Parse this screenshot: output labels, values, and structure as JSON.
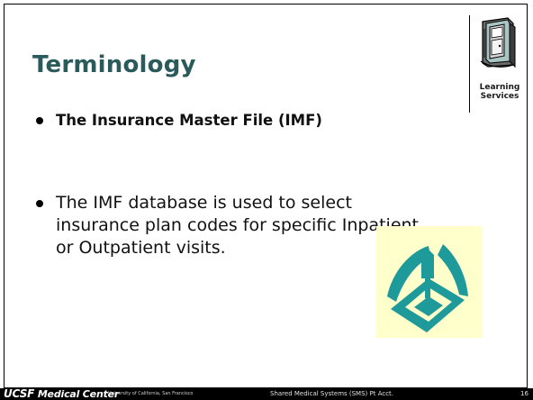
{
  "slide": {
    "title": "Terminology",
    "bullets": [
      "The Insurance Master File (IMF)",
      "The IMF database is used to select insurance plan codes for specific Inpatient or Outpatient visits."
    ]
  },
  "logo": {
    "icon": "book-door-icon",
    "caption_line1": "Learning",
    "caption_line2": "Services"
  },
  "clipart": {
    "icon": "inbox-tray-icon",
    "background": "#ffffcc",
    "color": "#1f9a9a"
  },
  "footer": {
    "brand_prefix": "UCSF",
    "brand_name": "Medical Center",
    "university": "University of California, San Francisco",
    "course": "Shared Medical Systems (SMS) Pt Acct.",
    "page_number": "16"
  },
  "colors": {
    "title": "#2b5a5a",
    "footer_bg": "#000000"
  }
}
